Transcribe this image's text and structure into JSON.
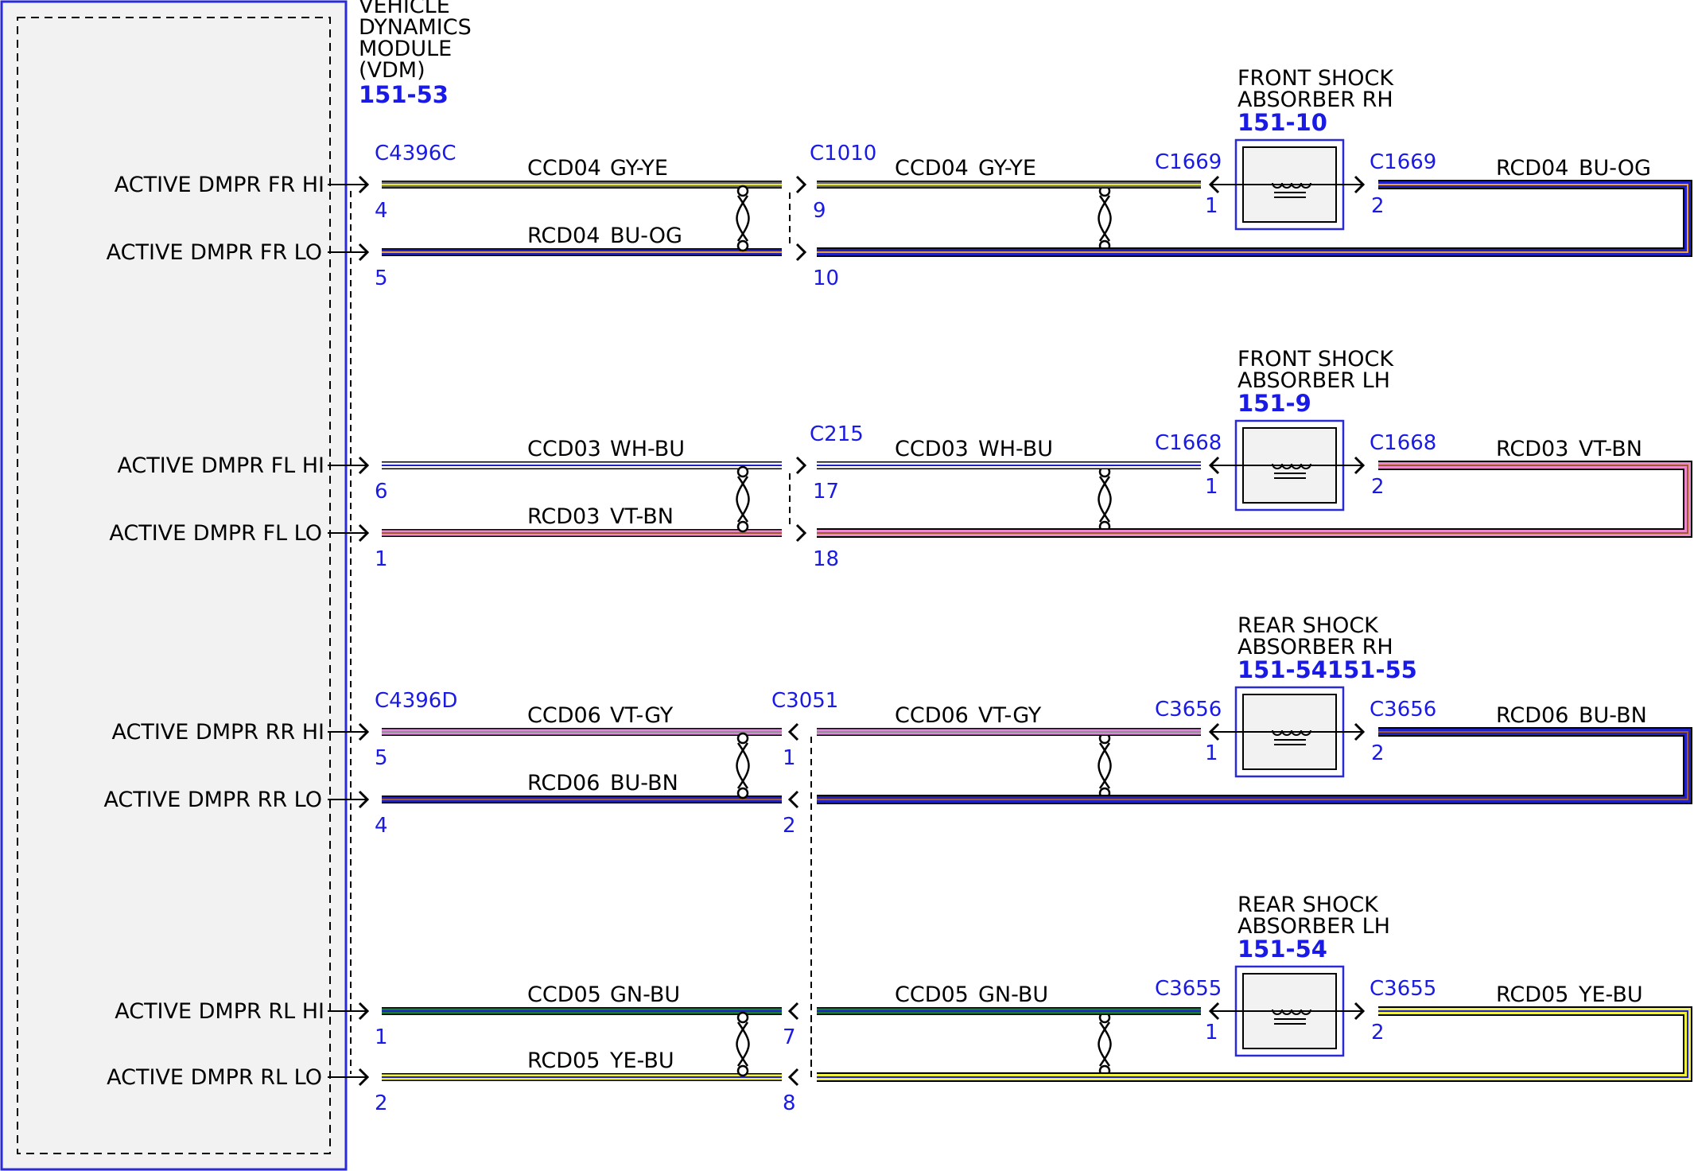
{
  "module": {
    "title_lines": [
      "VEHICLE",
      "DYNAMICS",
      "MODULE",
      "(VDM)"
    ],
    "ref": "151-53"
  },
  "colors": {
    "GY-YE": [
      "#6b6b6b",
      "#e8e83a"
    ],
    "BU-OG": [
      "#2020c8",
      "#f0a030"
    ],
    "WH-BU": [
      "#ffffff",
      "#2020c8"
    ],
    "VT-BN": [
      "#ee88cc",
      "#a05a2a"
    ],
    "VT-GY": [
      "#dd88dd",
      "#909090"
    ],
    "BU-BN": [
      "#2020c8",
      "#a05a2a"
    ],
    "GN-BU": [
      "#1a7a3a",
      "#2020c8"
    ],
    "YE-BU": [
      "#f0f040",
      "#2020c8"
    ]
  },
  "groups": [
    {
      "hi_label": "ACTIVE DMPR FR HI",
      "lo_label": "ACTIVE DMPR FR LO",
      "vdm_connector": "C4396C",
      "vdm_pins": [
        "4",
        "5"
      ],
      "hi_wire_left": {
        "code": "CCD04",
        "color": "GY-YE"
      },
      "lo_wire_left": {
        "code": "RCD04",
        "color": "BU-OG"
      },
      "mid_connector": "C1010",
      "mid_pins": [
        "9",
        "10"
      ],
      "hi_wire_mid": {
        "code": "CCD04",
        "color": "GY-YE"
      },
      "shock_title": [
        "FRONT SHOCK",
        "ABSORBER RH"
      ],
      "shock_ref": "151-10",
      "shock_connector_left": "C1669",
      "shock_pin_left": "1",
      "shock_connector_right": "C1669",
      "shock_pin_right": "2",
      "return_wire": {
        "code": "RCD04",
        "color": "BU-OG"
      }
    },
    {
      "hi_label": "ACTIVE DMPR FL HI",
      "lo_label": "ACTIVE DMPR FL LO",
      "vdm_connector": "",
      "vdm_pins": [
        "6",
        "1"
      ],
      "hi_wire_left": {
        "code": "CCD03",
        "color": "WH-BU"
      },
      "lo_wire_left": {
        "code": "RCD03",
        "color": "VT-BN"
      },
      "mid_connector": "C215",
      "mid_pins": [
        "17",
        "18"
      ],
      "hi_wire_mid": {
        "code": "CCD03",
        "color": "WH-BU"
      },
      "shock_title": [
        "FRONT SHOCK",
        "ABSORBER LH"
      ],
      "shock_ref": "151-9",
      "shock_connector_left": "C1668",
      "shock_pin_left": "1",
      "shock_connector_right": "C1668",
      "shock_pin_right": "2",
      "return_wire": {
        "code": "RCD03",
        "color": "VT-BN"
      }
    },
    {
      "hi_label": "ACTIVE DMPR RR HI",
      "lo_label": "ACTIVE DMPR RR LO",
      "vdm_connector": "C4396D",
      "vdm_pins": [
        "5",
        "4"
      ],
      "hi_wire_left": {
        "code": "CCD06",
        "color": "VT-GY"
      },
      "lo_wire_left": {
        "code": "RCD06",
        "color": "BU-BN"
      },
      "mid_connector": "C3051",
      "mid_pins": [
        "1",
        "2"
      ],
      "hi_wire_mid": {
        "code": "CCD06",
        "color": "VT-GY"
      },
      "shock_title": [
        "REAR SHOCK",
        "ABSORBER RH"
      ],
      "shock_ref": "151-54151-55",
      "shock_connector_left": "C3656",
      "shock_pin_left": "1",
      "shock_connector_right": "C3656",
      "shock_pin_right": "2",
      "return_wire": {
        "code": "RCD06",
        "color": "BU-BN"
      }
    },
    {
      "hi_label": "ACTIVE DMPR RL HI",
      "lo_label": "ACTIVE DMPR RL LO",
      "vdm_connector": "",
      "vdm_pins": [
        "1",
        "2"
      ],
      "hi_wire_left": {
        "code": "CCD05",
        "color": "GN-BU"
      },
      "lo_wire_left": {
        "code": "RCD05",
        "color": "YE-BU"
      },
      "mid_connector": "",
      "mid_pins": [
        "7",
        "8"
      ],
      "hi_wire_mid": {
        "code": "CCD05",
        "color": "GN-BU"
      },
      "shock_title": [
        "REAR SHOCK",
        "ABSORBER LH"
      ],
      "shock_ref": "151-54",
      "shock_connector_left": "C3655",
      "shock_pin_left": "1",
      "shock_connector_right": "C3655",
      "shock_pin_right": "2",
      "return_wire": {
        "code": "RCD05",
        "color": "YE-BU"
      }
    }
  ]
}
